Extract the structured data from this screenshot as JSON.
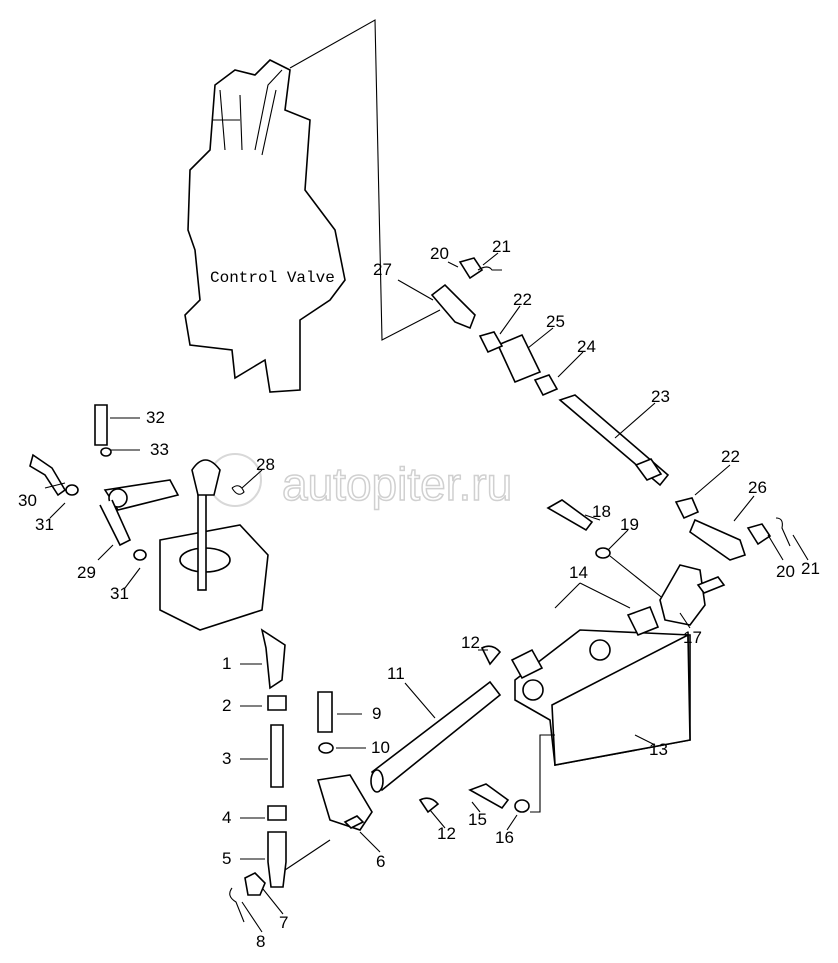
{
  "diagram": {
    "component_label": "Control Valve",
    "watermark": "autopiter.ru",
    "callouts": [
      "32",
      "33",
      "30",
      "31",
      "29",
      "31",
      "28",
      "27",
      "20",
      "21",
      "22",
      "25",
      "24",
      "23",
      "22",
      "26",
      "21",
      "20",
      "18",
      "19",
      "14",
      "17",
      "12",
      "11",
      "13",
      "1",
      "2",
      "9",
      "3",
      "10",
      "4",
      "12",
      "15",
      "16",
      "5",
      "6",
      "7",
      "8"
    ]
  }
}
